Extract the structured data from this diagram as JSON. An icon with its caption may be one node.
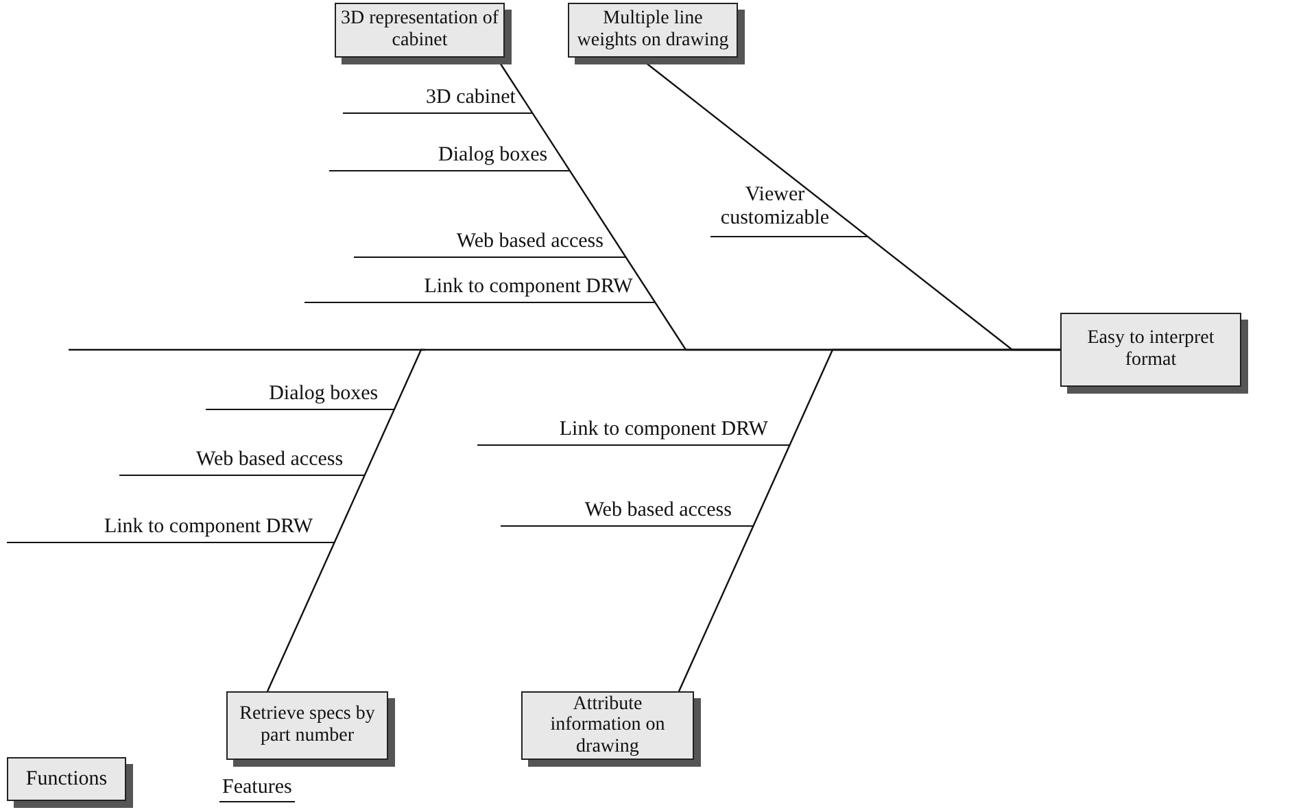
{
  "diagram": {
    "nodes": [
      {
        "text": [
          "3D representation of cabinet"
        ]
      },
      {
        "text": [
          "Multiple line weights on drawing"
        ]
      },
      {
        "text": [
          "Easy to interpret format"
        ]
      },
      {
        "text": [
          "Retrieve specs by part number"
        ]
      },
      {
        "text": [
          "Attribute information on drawing"
        ]
      }
    ],
    "edges": [
      {
        "from": 0,
        "to": 2,
        "arrow": "none"
      },
      {
        "from": 1,
        "to": 2,
        "arrow": "none"
      },
      {
        "from": 3,
        "to": 2,
        "arrow": "none"
      },
      {
        "from": 4,
        "to": 2,
        "arrow": "none"
      }
    ],
    "labels": [
      "3D cabinet",
      "Dialog boxes",
      "Web based access",
      "Link to component DRW",
      "Viewer customizable",
      "Dialog boxes",
      "Web based access",
      "Link to component DRW",
      "Link to component DRW",
      "Web based access"
    ],
    "legend": [
      {
        "text": "Functions"
      },
      {
        "text": "Features"
      }
    ]
  }
}
